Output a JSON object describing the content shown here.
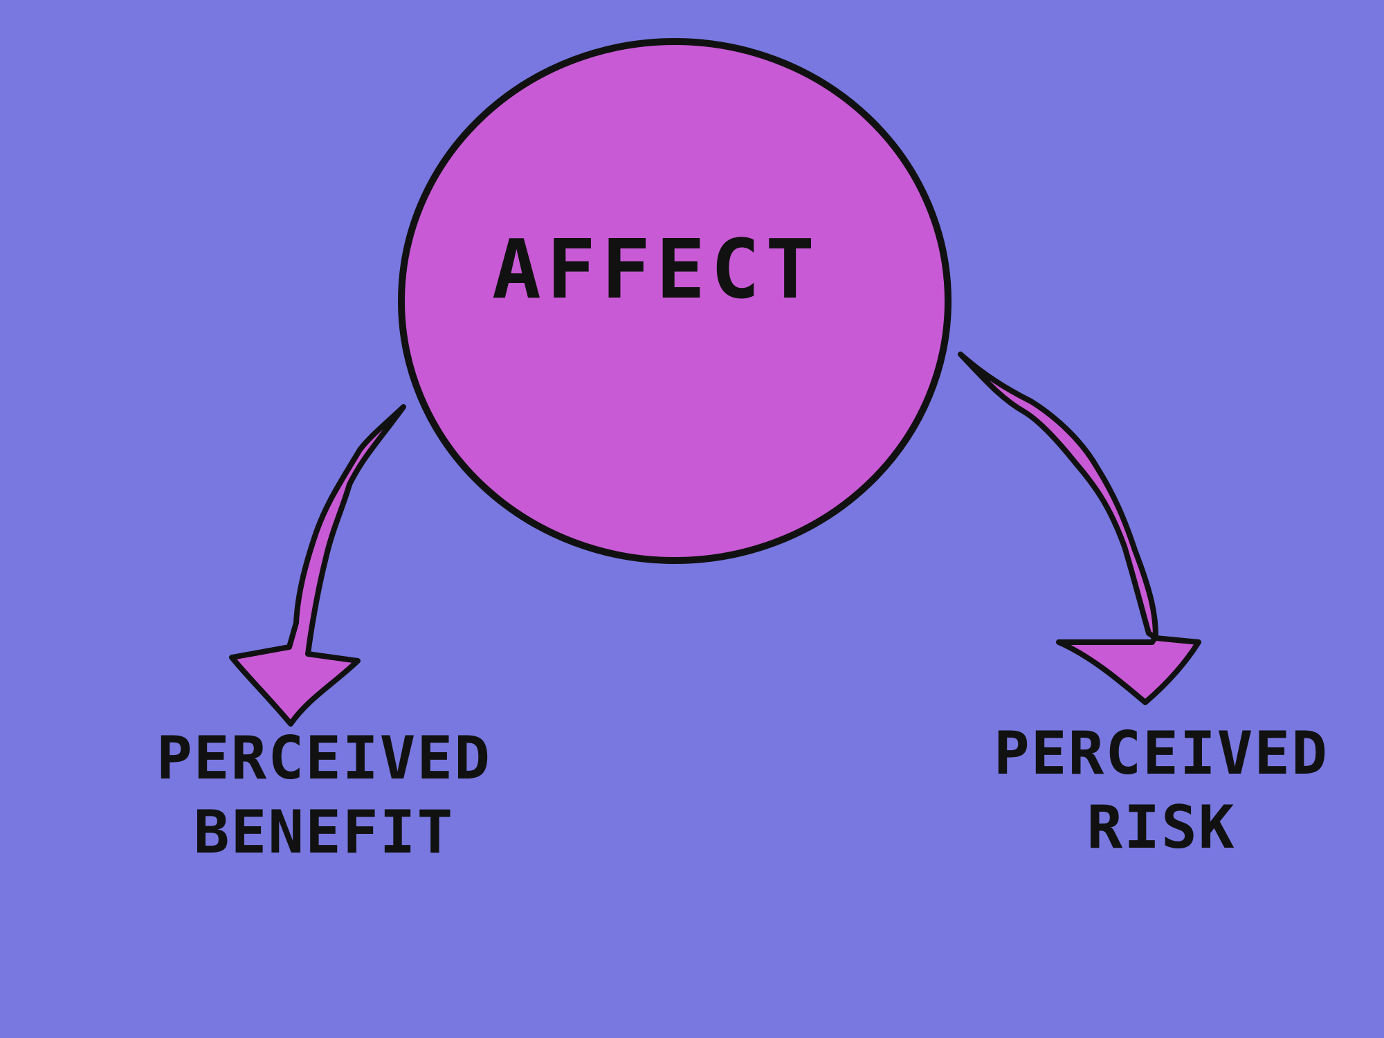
{
  "colors": {
    "background": "#7878E0",
    "node_fill": "#C95AD5",
    "outline": "#111111"
  },
  "center_node": {
    "label": "AFFECT"
  },
  "left_node": {
    "line1": "PERCEIVED",
    "line2": "BENEFIT"
  },
  "right_node": {
    "line1": "PERCEIVED",
    "line2": "RISK"
  }
}
